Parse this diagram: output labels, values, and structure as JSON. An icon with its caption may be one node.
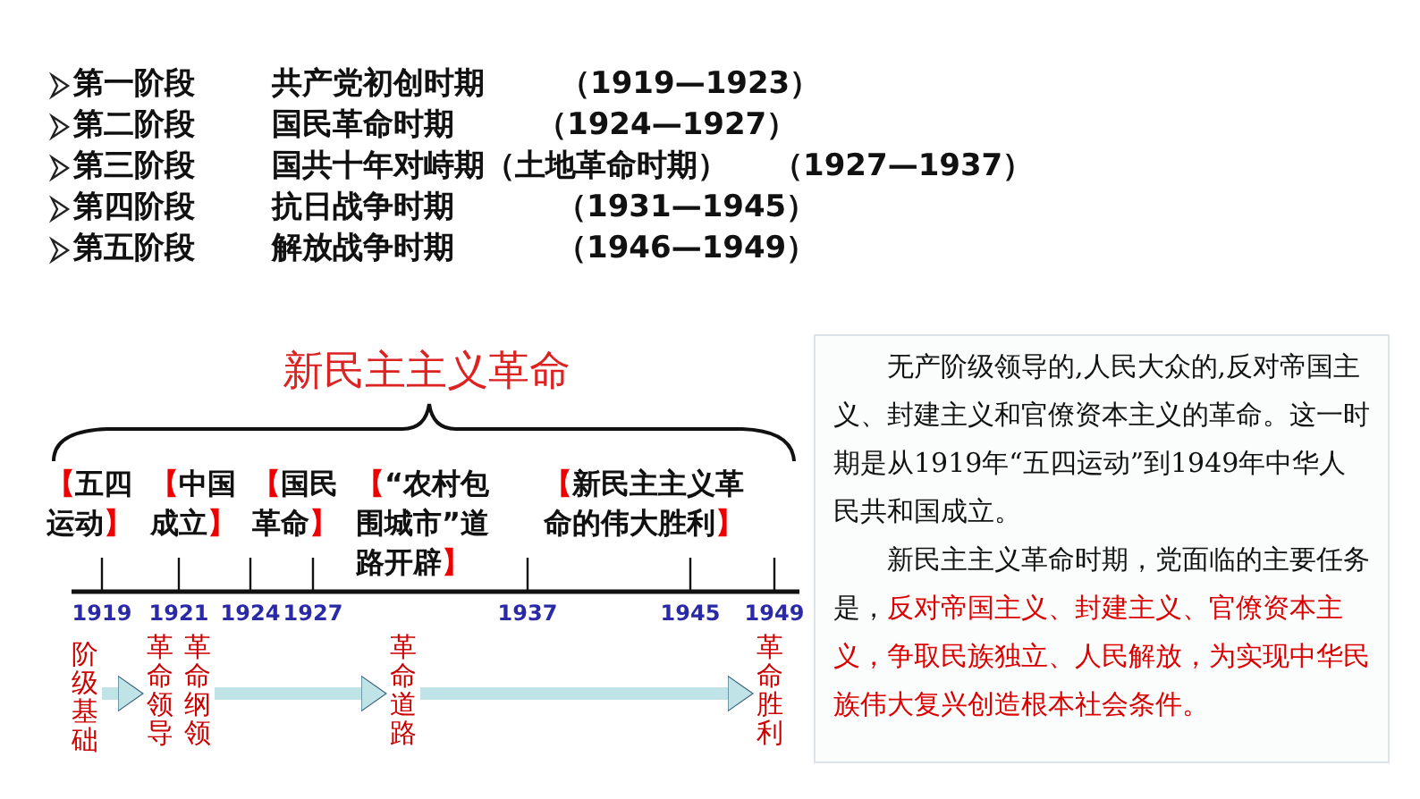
{
  "diagram": {
    "nodes": [
      {
        "text": [
          "无产阶级领导的,人民大众的,反对帝国主义、封建主义和官僚资本主义的革命。这一时期是从1919年“五四运动”到1949年中华人民共和国成立。",
          "新民主主义革命时期，党面临的主要任务是，",
          "反对帝国主义、封建主义、官僚资本主义，争取民族独立、人民解放，为实现中华民族伟大复兴创造根本社会条件。"
        ]
      },
      {
        "text": [
          "阶级基础"
        ]
      },
      {
        "text": [
          "革命领导"
        ]
      },
      {
        "text": [
          "革命纲领"
        ]
      },
      {
        "text": [
          "革命道路"
        ]
      },
      {
        "text": [
          "革命胜利"
        ]
      }
    ],
    "edges": [
      {
        "from": 1,
        "to": 2,
        "arrow": "to"
      },
      {
        "from": 3,
        "to": 4,
        "arrow": "to"
      },
      {
        "from": 4,
        "to": 5,
        "arrow": "to"
      }
    ],
    "labels": [
      "第一阶段",
      "共产党初创时期",
      "（1919—1923）",
      "第二阶段",
      "国民革命时期",
      "（1924—1927）",
      "第三阶段",
      "国共十年对峙期（土地革命时期）",
      "（1927—1937）",
      "第四阶段",
      "抗日战争时期",
      "（1931—1945）",
      "第五阶段",
      "解放战争时期",
      "（1946—1949）",
      "新民主主义革命",
      "【五四运动】",
      "【中国成立】",
      "【国民革命】",
      "【“农村包围城市”道路开辟】",
      "【新民主主义革命的伟大胜利】",
      "1919",
      "1921",
      "1924",
      "1927",
      "1937",
      "1945",
      "1949"
    ]
  }
}
